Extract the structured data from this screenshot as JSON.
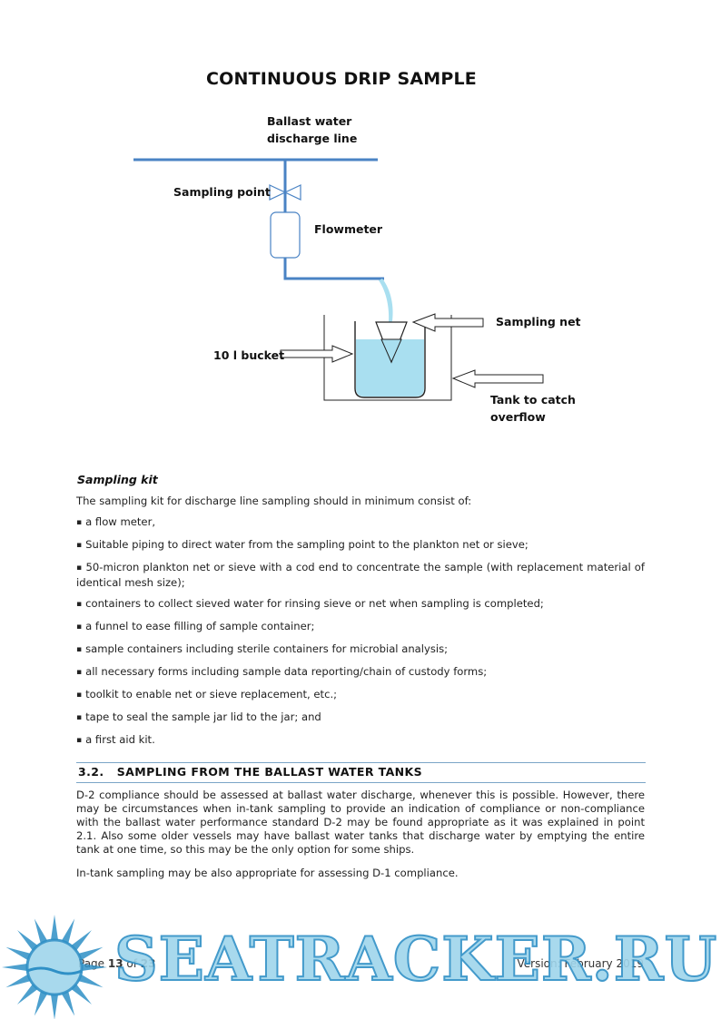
{
  "diagram": {
    "title": "CONTINUOUS DRIP SAMPLE",
    "labels": {
      "discharge_line_1": "Ballast water",
      "discharge_line_2": "discharge line",
      "sampling_point": "Sampling point",
      "flowmeter": "Flowmeter",
      "sampling_net": "Sampling net",
      "bucket": "10 l bucket",
      "tank_1": "Tank to catch",
      "tank_2": "overflow"
    },
    "colors": {
      "pipe": "#4a83c4",
      "water": "#a9dff0",
      "outline": "#222222"
    }
  },
  "sampling_kit": {
    "title": "Sampling kit",
    "intro": "The sampling kit for discharge line sampling should in minimum consist of:",
    "items": [
      "a flow meter,",
      "Suitable piping to direct water from the sampling point to the plankton net or sieve;",
      "50-micron plankton net or sieve with a cod end to concentrate the sample (with replacement material of identical mesh size);",
      "containers to collect sieved water for rinsing sieve or net when sampling is completed;",
      "a funnel to ease filling of sample container;",
      "sample containers including sterile containers for microbial analysis;",
      "all necessary forms including sample data reporting/chain of custody forms;",
      "toolkit to enable net or sieve replacement, etc.;",
      "tape to seal the sample jar lid to the jar; and",
      "a first aid kit."
    ]
  },
  "section": {
    "heading": "3.2.   SAMPLING FROM THE BALLAST WATER TANKS",
    "para1": "D-2 compliance should be assessed at ballast water discharge, whenever this is possible. However, there may be circumstances when in-tank sampling to provide an indication of compliance or non-compliance with the ballast water performance standard D-2 may be found appropriate as it was explained in point 2.1. Also some older vessels may have ballast water tanks that discharge water by emptying the entire tank at one time, so this may be the only option for some ships.",
    "para2": "In-tank sampling may be also appropriate for assessing D-1 compliance."
  },
  "footer": {
    "page_prefix": "Page ",
    "page_current": "13",
    "page_of": " of ",
    "page_total": "23",
    "version": "Version: February 2019"
  },
  "watermark": {
    "text": "SEATRACKER.RU",
    "colors": {
      "fill": "#9fd5ec",
      "stroke": "#2f90c6"
    }
  }
}
